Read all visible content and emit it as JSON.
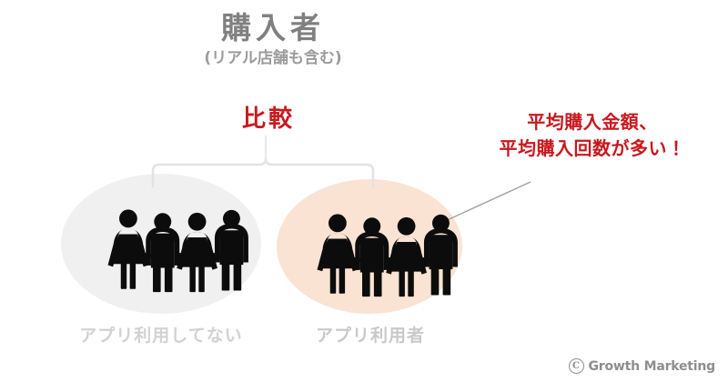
{
  "header": {
    "title": "購入者",
    "subtitle": "(リアル店舗も含む)"
  },
  "compare": {
    "label": "比較"
  },
  "annotation": {
    "line1": "平均購入金額、",
    "line2": "平均購入回数が多い！"
  },
  "groups": [
    {
      "id": "non-app-users",
      "caption": "アプリ利用してない",
      "ellipse_color": "#f0f0f0",
      "caption_color": "#d2d2d2",
      "figure_count": 4
    },
    {
      "id": "app-users",
      "caption": "アプリ利用者",
      "ellipse_color": "#fae3d3",
      "caption_color": "#c9c9c9",
      "figure_count": 4
    }
  ],
  "footer": {
    "copyright_mark": "C",
    "brand": "Growth Marketing"
  },
  "colors": {
    "accent_red": "#c8191e",
    "title_gray": "#808080",
    "subtitle_gray": "#9b9b9b",
    "bracket_gray": "#e3e3e3",
    "leader_gray": "#9d9d9d",
    "figure_black": "#0c0c0c",
    "background": "#ffffff"
  }
}
